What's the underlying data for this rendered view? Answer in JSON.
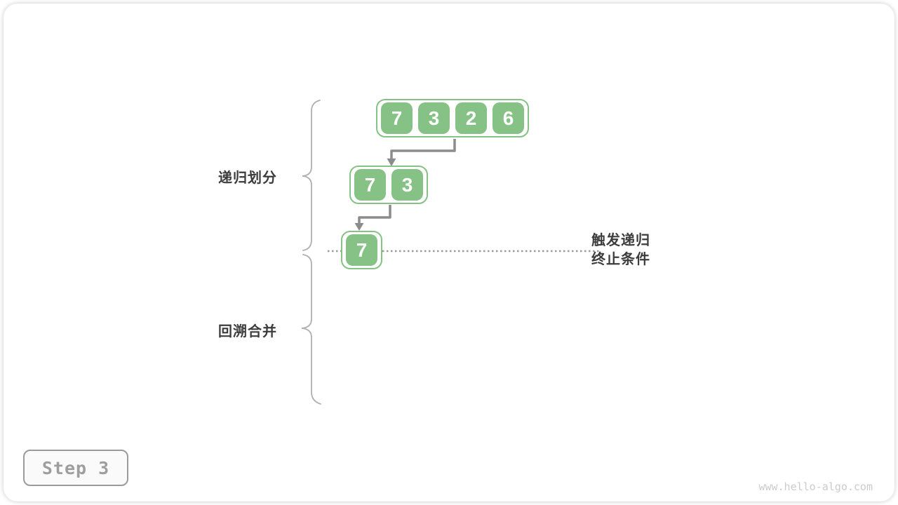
{
  "colors": {
    "cell_green": "#86C185",
    "arrow_gray": "#8C8C8C",
    "brace_gray": "#AFAFAF",
    "dotted_gray": "#9A9A9A",
    "label_dark": "#3C3C3C",
    "badge_gray": "#9E9E9E",
    "badge_border": "#9B9B9B",
    "watermark_gray": "#CBCBCB"
  },
  "diagram": {
    "phases": [
      {
        "label": "递归划分"
      },
      {
        "label": "回溯合并"
      }
    ],
    "arrays": [
      {
        "values": [
          "7",
          "3",
          "2",
          "6"
        ]
      },
      {
        "values": [
          "7",
          "3"
        ]
      },
      {
        "values": [
          "7"
        ]
      }
    ],
    "annotation": {
      "line1": "触发递归",
      "line2": "终止条件"
    }
  },
  "step_badge": {
    "label": "Step 3"
  },
  "watermark": {
    "text": "www.hello-algo.com"
  }
}
